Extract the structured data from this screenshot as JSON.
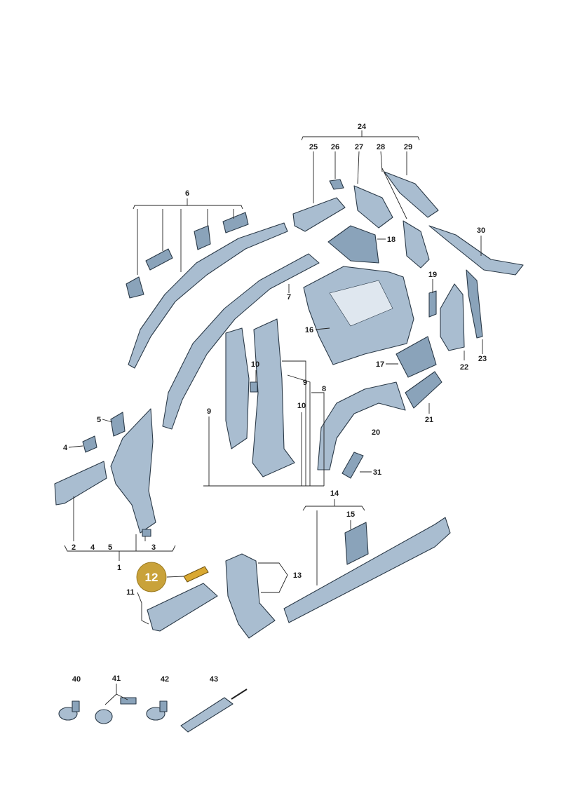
{
  "diagram": {
    "highlight": {
      "number": "12",
      "color": "#c9a23a"
    },
    "callouts": {
      "c1": "1",
      "c2": "2",
      "c3": "3",
      "c4a": "4",
      "c4b": "4",
      "c5a": "5",
      "c5b": "5",
      "c6": "6",
      "c7": "7",
      "c8": "8",
      "c9a": "9",
      "c9b": "9",
      "c10a": "10",
      "c10b": "10",
      "c11": "11",
      "c13": "13",
      "c14": "14",
      "c15": "15",
      "c16": "16",
      "c17": "17",
      "c18": "18",
      "c19": "19",
      "c20": "20",
      "c21": "21",
      "c22": "22",
      "c23": "23",
      "c24": "24",
      "c25": "25",
      "c26": "26",
      "c27": "27",
      "c28": "28",
      "c29": "29",
      "c30": "30",
      "c31": "31",
      "c40": "40",
      "c41": "41",
      "c42": "42",
      "c43": "43"
    },
    "colors": {
      "part_fill": "#a9bdd0",
      "part_shade": "#8aa3ba",
      "outline": "#2b3a48",
      "leader": "#222222"
    }
  }
}
